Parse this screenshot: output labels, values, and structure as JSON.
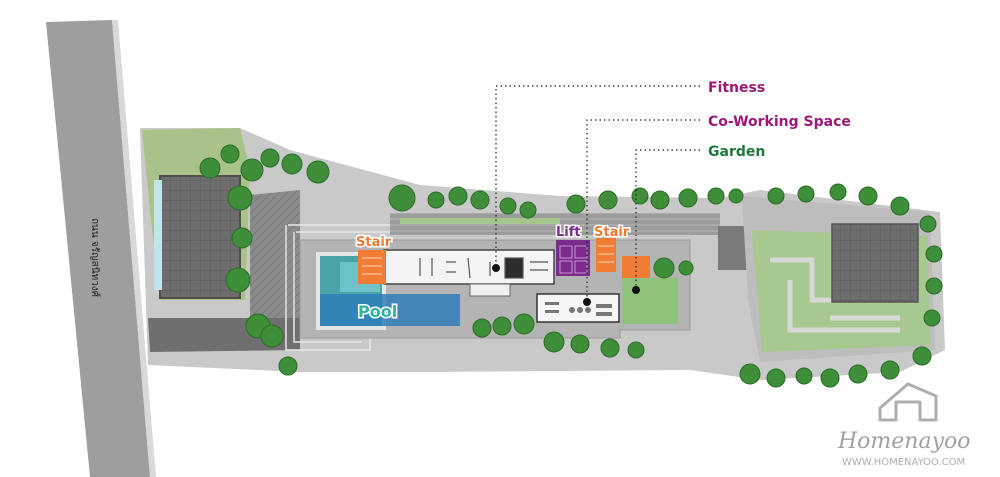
{
  "road": {
    "name": "ถนน จรัญสนิทวงศ์"
  },
  "callouts": {
    "fitness": "Fitness",
    "coworking": "Co-Working Space",
    "garden": "Garden"
  },
  "tags": {
    "stair_left": "Stair",
    "lift": "Lift",
    "stair_right": "Stair",
    "pool": "Pool"
  },
  "brand": {
    "name": "Homenayoo",
    "url": "WWW.HOMENAYOO.COM"
  },
  "colors": {
    "fitness": "#a0177c",
    "coworking": "#a0177c",
    "garden": "#1e7a3c",
    "stair": "#f07c36",
    "lift": "#7a2b8c",
    "pool": "#2fb3a5",
    "road": "#9a9a9a"
  }
}
